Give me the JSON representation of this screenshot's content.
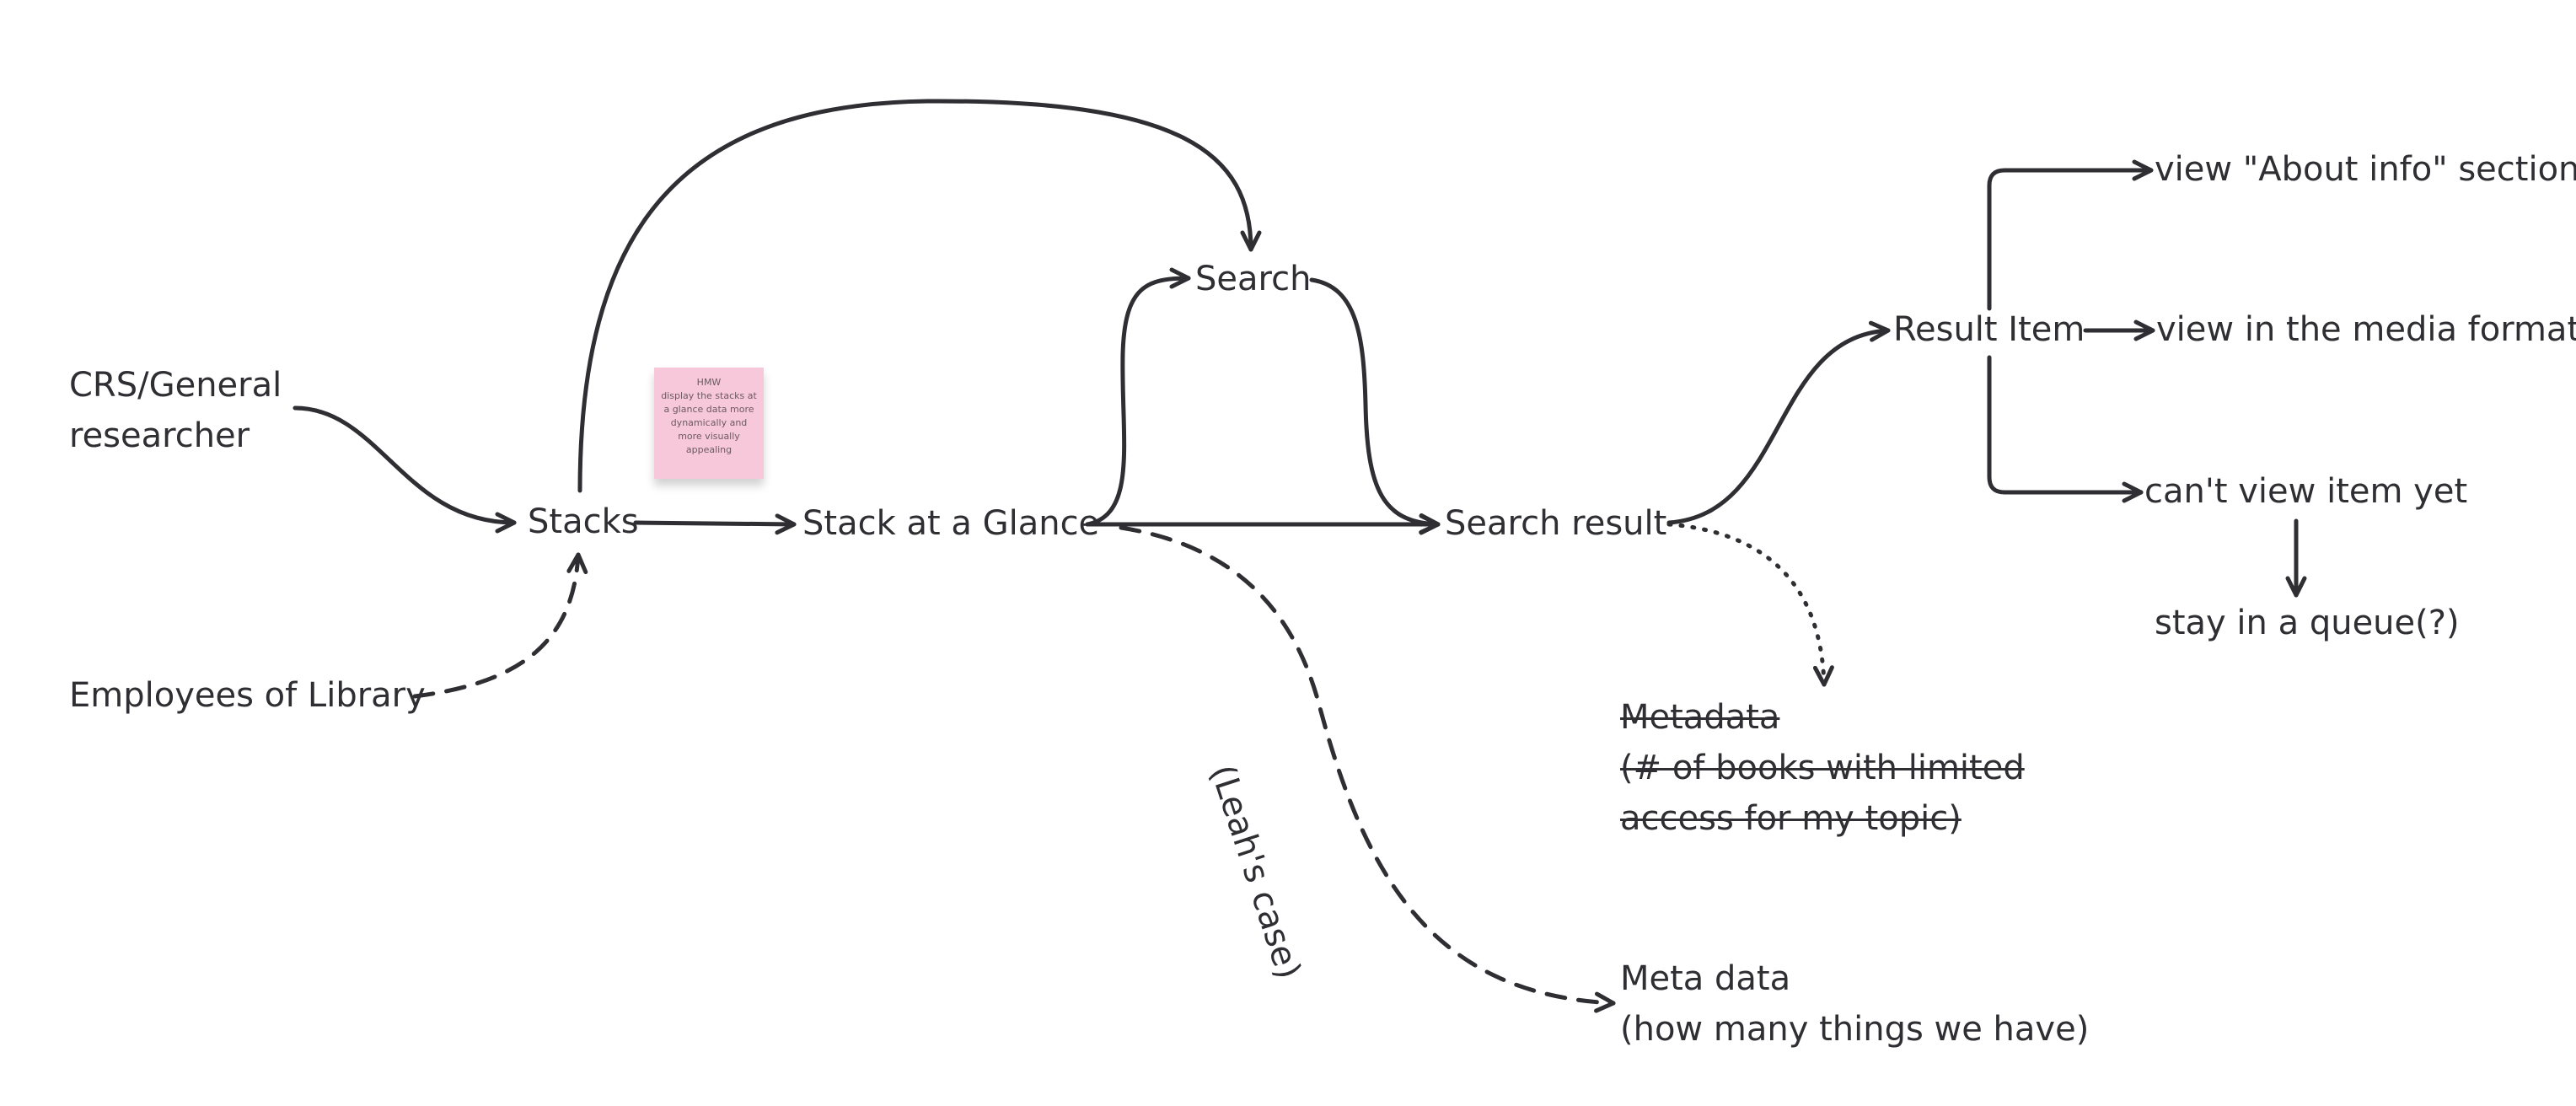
{
  "nodes": {
    "crs_line1": "CRS/General",
    "crs_line2": "researcher",
    "employees": "Employees of Library",
    "stacks": "Stacks",
    "stack_glance": "Stack at a Glance",
    "search": "Search",
    "search_result": "Search result",
    "result_item": "Result Item",
    "view_about": "view \"About info\" section",
    "view_media": "view in the media format",
    "cant_view": "can't view item yet",
    "queue": "stay in a queue(?)",
    "metadata_struck_line1": "Metadata",
    "metadata_struck_line2": "(# of books with limited",
    "metadata_struck_line3": "access for my topic)",
    "meta_data_line1": "Meta data",
    "meta_data_line2": "(how many things we have)"
  },
  "edge_labels": {
    "leahs_case": "(Leah's case)"
  },
  "sticky_note": {
    "line1": "HMW",
    "line2": "display the stacks at a glance data more dynamically and more visually appealing",
    "color": "#f7c8da"
  },
  "colors": {
    "ink": "#2e2e33",
    "background": "#ffffff"
  }
}
